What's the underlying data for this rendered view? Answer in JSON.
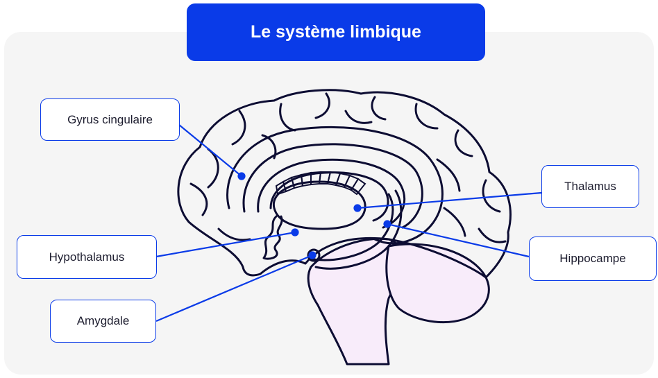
{
  "title": "Le système limbique",
  "colors": {
    "accent": "#0a3be8",
    "outline": "#0d0d33",
    "panel": "#f5f5f5",
    "brainstem": "#f8ecfa"
  },
  "labels": {
    "gyrus": "Gyrus cingulaire",
    "thalamus": "Thalamus",
    "hypothalamus": "Hypothalamus",
    "hippocampe": "Hippocampe",
    "amygdale": "Amygdale"
  }
}
